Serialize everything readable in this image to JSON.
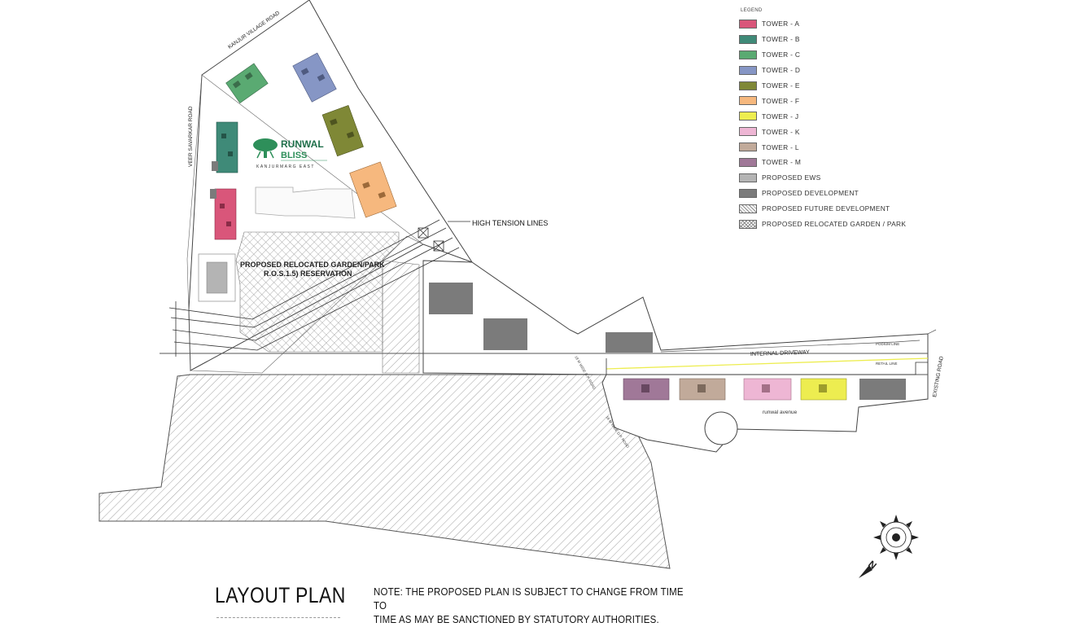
{
  "legend": {
    "title": "LEGEND",
    "items": [
      {
        "label": "TOWER - A",
        "color": "#d9567a",
        "pattern": "solid"
      },
      {
        "label": "TOWER - B",
        "color": "#3f8a78",
        "pattern": "solid"
      },
      {
        "label": "TOWER - C",
        "color": "#5aaa72",
        "pattern": "solid"
      },
      {
        "label": "TOWER - D",
        "color": "#8696c5",
        "pattern": "solid"
      },
      {
        "label": "TOWER - E",
        "color": "#7f8836",
        "pattern": "solid"
      },
      {
        "label": "TOWER - F",
        "color": "#f6b87e",
        "pattern": "solid"
      },
      {
        "label": "TOWER - J",
        "color": "#eded50",
        "pattern": "solid"
      },
      {
        "label": "TOWER - K",
        "color": "#eeb6d4",
        "pattern": "solid"
      },
      {
        "label": "TOWER - L",
        "color": "#c1aa9a",
        "pattern": "solid"
      },
      {
        "label": "TOWER - M",
        "color": "#a07898",
        "pattern": "solid"
      },
      {
        "label": "PROPOSED EWS",
        "color": "#b4b4b4",
        "pattern": "solid"
      },
      {
        "label": "PROPOSED DEVELOPMENT",
        "color": "#7b7b7b",
        "pattern": "solid"
      },
      {
        "label": "PROPOSED FUTURE DEVELOPMENT",
        "color": "#ffffff",
        "pattern": "hatch"
      },
      {
        "label": "PROPOSED RELOCATED GARDEN / PARK",
        "color": "#ffffff",
        "pattern": "cross"
      }
    ]
  },
  "map_labels": {
    "kanjur_road": "KANJUR VILLAGE ROAD",
    "veer_road": "VEER SAVARKAR ROAD",
    "high_tension": "HIGH TENSION LINES",
    "garden_line1": "PROPOSED RELOCATED GARDEN/PARK",
    "garden_line2": "R.O.S.1.5) RESERVATION",
    "internal_driveway": "INTERNAL DRIVEWAY",
    "podium_line": "PODIUM LINE",
    "retail_line": "RETAIL LINE",
    "runwal_avenue": "runwal avenue",
    "existing_road": "EXISTING ROAD",
    "road_width_1": "18 M WIDE D.P. ROAD",
    "road_width_2": "18 M WIDE D.P. ROAD"
  },
  "logo": {
    "brand": "RUNWAL",
    "product": "BLISS",
    "location": "KANJURMARG EAST"
  },
  "compass": {
    "north": "N"
  },
  "footer": {
    "title": "LAYOUT PLAN",
    "note_line1": "NOTE: THE PROPOSED PLAN IS SUBJECT TO CHANGE FROM TIME TO",
    "note_line2": "TIME AS MAY BE SANCTIONED BY STATUTORY AUTHORITIES."
  }
}
